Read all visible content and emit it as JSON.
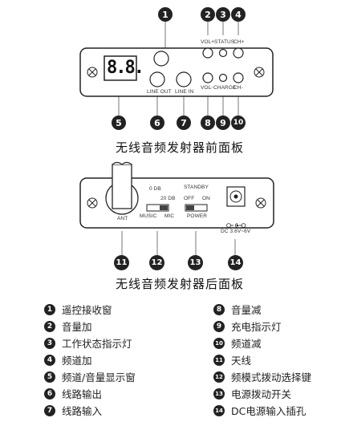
{
  "front": {
    "caption": "无线音频发射器前面板",
    "labels": {
      "vol_plus": "VOL+",
      "status": "STATUS",
      "ch_plus": "CH+",
      "vol_minus": "VOL-",
      "charge": "CHARGE",
      "ch_minus": "CH-",
      "line_out": "LINE OUT",
      "line_in": "LINE IN",
      "display": "8.8."
    },
    "callouts": [
      "1",
      "2",
      "3",
      "4",
      "5",
      "6",
      "7",
      "8",
      "9",
      "10"
    ]
  },
  "back": {
    "caption": "无线音频发射器后面板",
    "labels": {
      "zero_db": "0 DB",
      "twenty_db": "20 DB",
      "music": "MUSIC",
      "mic": "MIC",
      "standby": "STANDBY",
      "off": "OFF",
      "on": "ON",
      "power": "POWER",
      "ant": "ANT",
      "dc": "DC 3.6V~6V"
    },
    "callouts": [
      "11",
      "12",
      "13",
      "14"
    ]
  },
  "legend": {
    "left": [
      {
        "num": "1",
        "text": "遥控接收窗"
      },
      {
        "num": "2",
        "text": "音量加"
      },
      {
        "num": "3",
        "text": "工作状态指示灯"
      },
      {
        "num": "4",
        "text": "频道加"
      },
      {
        "num": "5",
        "text": "频道/音量显示窗"
      },
      {
        "num": "6",
        "text": "线路输出"
      },
      {
        "num": "7",
        "text": "线路输入"
      }
    ],
    "right": [
      {
        "num": "8",
        "text": "音量减"
      },
      {
        "num": "9",
        "text": "充电指示灯"
      },
      {
        "num": "10",
        "text": "频道减"
      },
      {
        "num": "11",
        "text": "天线"
      },
      {
        "num": "12",
        "text": "频模式拨动选择键"
      },
      {
        "num": "13",
        "text": "电源拨动开关"
      },
      {
        "num": "14",
        "text": "DC电源输入插孔"
      }
    ]
  }
}
